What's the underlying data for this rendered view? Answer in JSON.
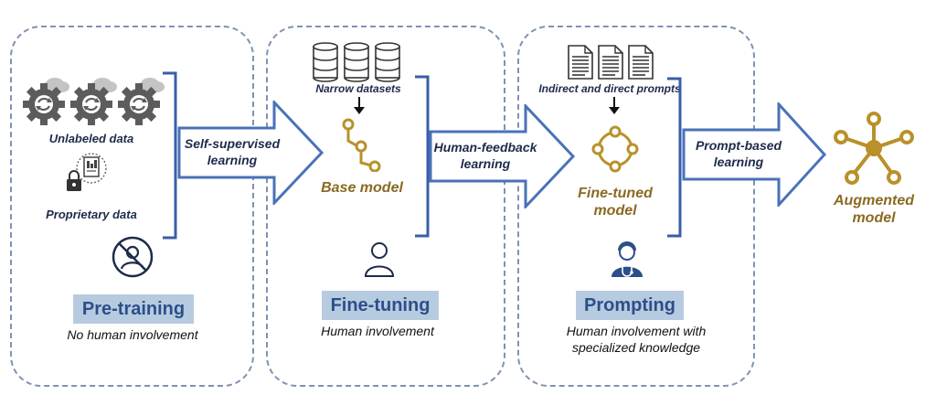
{
  "stages": [
    {
      "label": "Pre-training",
      "caption": "No human involvement",
      "inputs": [
        "Unlabeled data",
        "Proprietary data"
      ]
    },
    {
      "label": "Fine-tuning",
      "caption": "Human involvement",
      "input": "Narrow datasets",
      "output": "Base model"
    },
    {
      "label": "Prompting",
      "caption_line1": "Human involvement with",
      "caption_line2": "specialized knowledge",
      "input": "Indirect and direct prompts",
      "output_line1": "Fine-tuned",
      "output_line2": "model"
    }
  ],
  "arrows": [
    {
      "line1": "Self-supervised",
      "line2": "learning"
    },
    {
      "line1": "Human-feedback",
      "line2": "learning"
    },
    {
      "line1": "Prompt-based",
      "line2": "learning"
    }
  ],
  "final": {
    "line1": "Augmented",
    "line2": "model"
  },
  "colors": {
    "dashed_border": "#7f92b0",
    "arrow_stroke": "#4a72b8",
    "bracket": "#3a5ea8",
    "gold": "#8a6a22",
    "label_bg": "#b7cbe0",
    "label_text": "#2c4f8a",
    "gear": "#5c5c5c"
  },
  "icons": [
    "gear-cycle-icon",
    "lock-icon",
    "document-icon",
    "no-person-icon",
    "database-icon",
    "node-chain-icon",
    "person-icon",
    "node-ring-icon",
    "clinician-icon",
    "network-hub-icon"
  ]
}
